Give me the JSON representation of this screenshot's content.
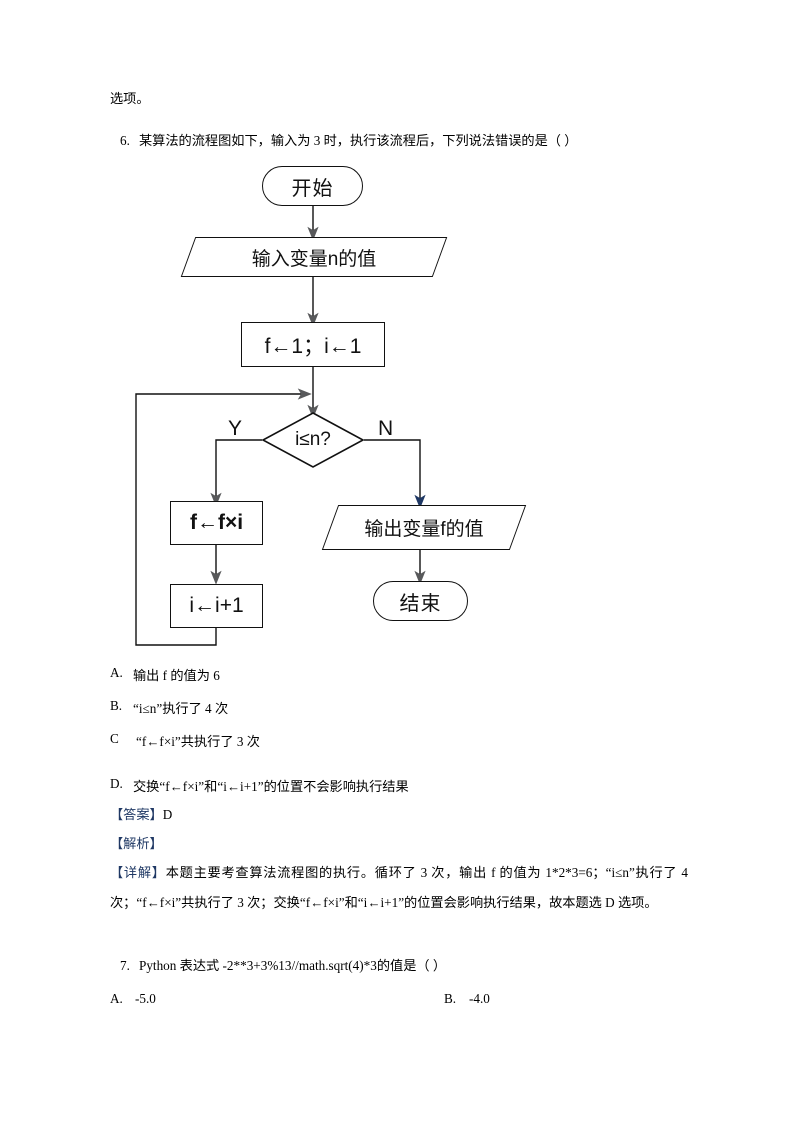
{
  "document": {
    "top_fragment": "选项。",
    "question6": {
      "number": "6.",
      "stem": "某算法的流程图如下，输入为 3 时，执行该流程后，下列说法错误的是（      ）",
      "options": [
        {
          "label": "A.",
          "text": "输出 f 的值为 6"
        },
        {
          "label": "B.",
          "text": "“i≤n”执行了 4 次"
        },
        {
          "label": "C",
          "text": "“f←f×i”共执行了 3 次"
        },
        {
          "label": "D.",
          "text": "交换“f←f×i”和“i←i+1”的位置不会影响执行结果"
        }
      ],
      "answer_tag": "【答案】",
      "answer_value": "D",
      "analysis_tag": "【解析】",
      "detail_tag": "【详解】",
      "detail_text": "本题主要考查算法流程图的执行。循环了 3 次，输出 f 的值为 1*2*3=6；“i≤n”执行了 4 次；“f←f×i”共执行了 3 次；交换“f←f×i”和“i←i+1”的位置会影响执行结果，故本题选 D 选项。"
    },
    "question7": {
      "number": "7.",
      "stem": "Python 表达式 -2**3+3%13//math.sqrt(4)*3的值是（      ）",
      "options": [
        {
          "label": "A.",
          "text": "-5.0"
        },
        {
          "label": "B.",
          "text": "-4.0"
        }
      ]
    }
  },
  "flowchart": {
    "type": "flowchart",
    "nodes": [
      {
        "id": "start",
        "shape": "stadium",
        "label": "开始"
      },
      {
        "id": "input",
        "shape": "parallelogram",
        "label": "输入变量n的值"
      },
      {
        "id": "init",
        "shape": "rectangle",
        "label": "f←1；i←1"
      },
      {
        "id": "cond",
        "shape": "diamond",
        "label": "i≤n?"
      },
      {
        "id": "mul",
        "shape": "rectangle",
        "label": "f←f×i"
      },
      {
        "id": "inc",
        "shape": "rectangle",
        "label": "i←i+1"
      },
      {
        "id": "output",
        "shape": "parallelogram",
        "label": "输出变量f的值"
      },
      {
        "id": "end",
        "shape": "stadium",
        "label": "结束"
      }
    ],
    "branch_labels": {
      "yes": "Y",
      "no": "N"
    },
    "edges": [
      {
        "from": "start",
        "to": "input"
      },
      {
        "from": "input",
        "to": "init"
      },
      {
        "from": "init",
        "to": "cond"
      },
      {
        "from": "cond",
        "to": "mul",
        "label": "Y"
      },
      {
        "from": "cond",
        "to": "output",
        "label": "N"
      },
      {
        "from": "mul",
        "to": "inc"
      },
      {
        "from": "inc",
        "to": "cond",
        "label": "loop-back"
      },
      {
        "from": "output",
        "to": "end"
      }
    ],
    "colors": {
      "stroke": "#111111",
      "fill": "#ffffff",
      "navy_arrow": "#1f3864",
      "gray_arrow": "#58595b"
    }
  }
}
